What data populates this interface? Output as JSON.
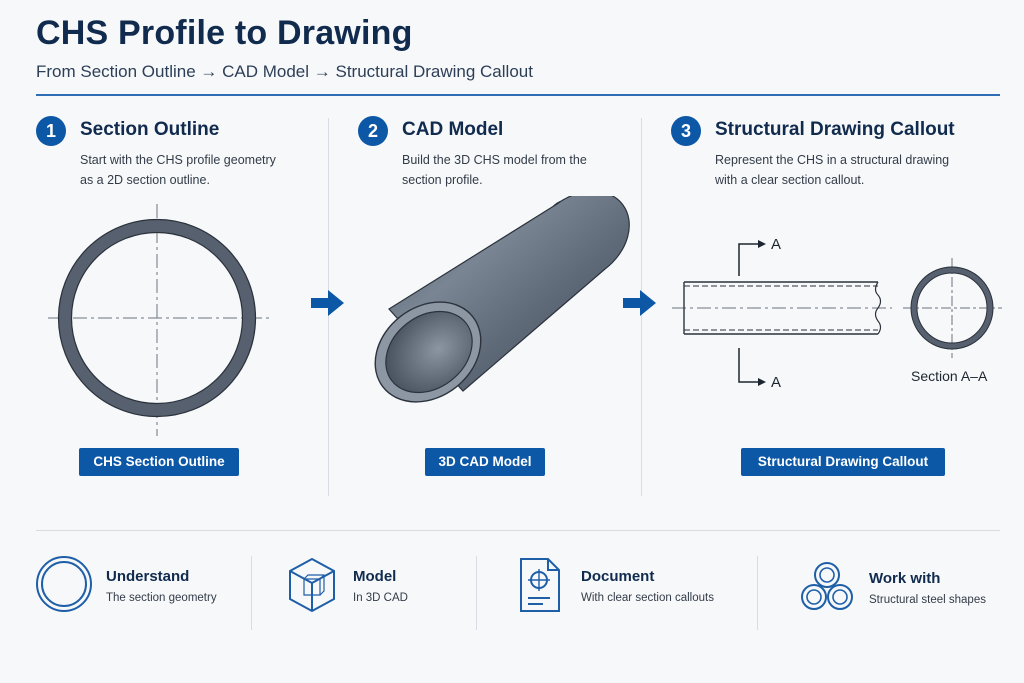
{
  "header": {
    "title": "CHS Profile to Drawing",
    "subtitle": "From Section Outline → CAD Model → Structural Drawing Callout"
  },
  "steps": [
    {
      "number": "1",
      "title": "Section Outline",
      "desc_line1": "Start with the CHS profile geometry",
      "desc_line2": "as a 2D section outline.",
      "label": "CHS Section Outline"
    },
    {
      "number": "2",
      "title": "CAD Model",
      "desc_line1": "Build the 3D CHS model from the",
      "desc_line2": "section profile.",
      "label": "3D CAD Model"
    },
    {
      "number": "3",
      "title": "Structural Drawing Callout",
      "desc_line1": "Represent the CHS in a structural drawing",
      "desc_line2": "with a clear section callout.",
      "label": "Structural Drawing Callout"
    }
  ],
  "drawing": {
    "cut_label_top": "A",
    "cut_label_bottom": "A",
    "section_label": "Section A–A"
  },
  "features": [
    {
      "title": "Understand",
      "desc": "The section geometry",
      "icon": "ring-icon"
    },
    {
      "title": "Model",
      "desc": "In 3D CAD",
      "icon": "cube-icon"
    },
    {
      "title": "Document",
      "desc": "With clear section callouts",
      "icon": "document-icon"
    },
    {
      "title": "Work with",
      "desc": "Structural steel shapes",
      "icon": "pipe-stack-icon"
    }
  ],
  "colors": {
    "accent": "#0d58a6",
    "steel": "#5b6878",
    "background": "#f7f8fa"
  }
}
